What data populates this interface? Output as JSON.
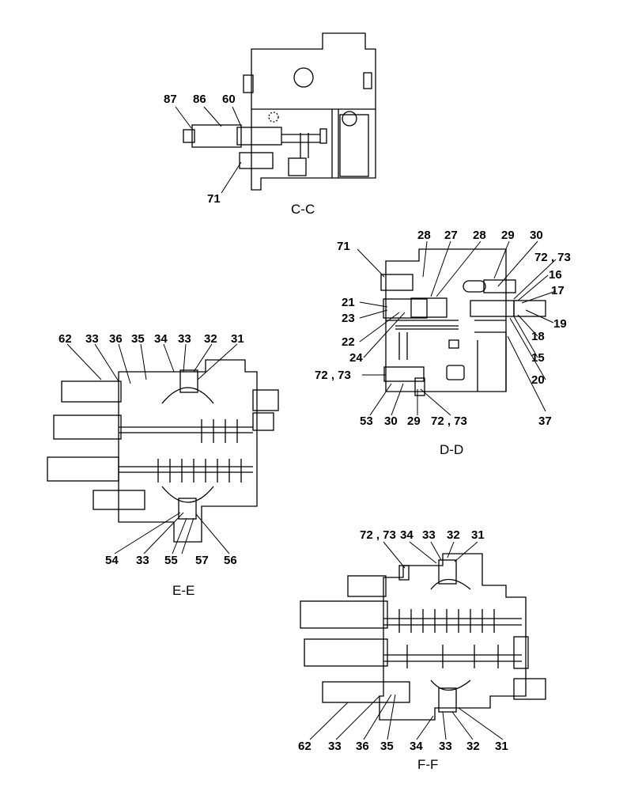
{
  "colors": {
    "ink": "#000000",
    "paper": "#ffffff",
    "body_fill": "#ffffff"
  },
  "sections": [
    {
      "id": "cc",
      "title": "C-C",
      "callouts": [
        "87",
        "86",
        "60",
        "71"
      ]
    },
    {
      "id": "dd",
      "title": "D-D",
      "callouts": [
        "28",
        "27",
        "28",
        "29",
        "30",
        "71",
        "72 , 73",
        "16",
        "17",
        "21",
        "23",
        "19",
        "22",
        "24",
        "18",
        "15",
        "20",
        "72 , 73",
        "53",
        "30",
        "29",
        "72 , 73",
        "37"
      ]
    },
    {
      "id": "ee",
      "title": "E-E",
      "callouts": [
        "62",
        "33",
        "36",
        "35",
        "34",
        "33",
        "32",
        "31",
        "54",
        "33",
        "55",
        "57",
        "56"
      ]
    },
    {
      "id": "ff",
      "title": "F-F",
      "callouts": [
        "72 , 73",
        "34",
        "33",
        "32",
        "31",
        "62",
        "33",
        "36",
        "35",
        "34",
        "33",
        "32",
        "31"
      ]
    }
  ]
}
